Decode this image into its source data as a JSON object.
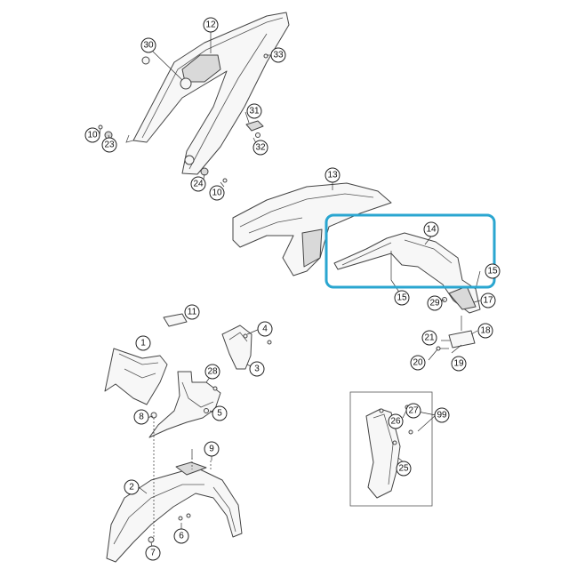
{
  "callouts": [
    "1",
    "2",
    "3",
    "4",
    "5",
    "6",
    "7",
    "8",
    "9",
    "10",
    "10",
    "11",
    "12",
    "13",
    "14",
    "15",
    "15",
    "17",
    "18",
    "19",
    "20",
    "21",
    "23",
    "24",
    "25",
    "26",
    "27",
    "28",
    "29",
    "30",
    "31",
    "32",
    "33",
    "99"
  ],
  "highlight_color": "#2aa6d0"
}
